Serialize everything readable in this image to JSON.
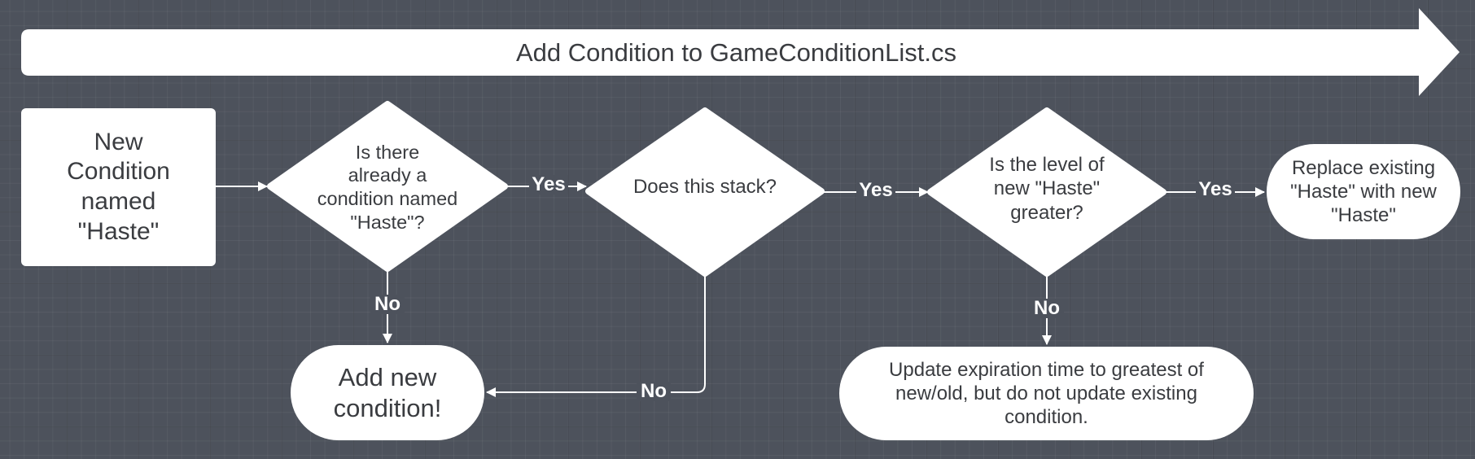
{
  "banner": {
    "title": "Add Condition to GameConditionList.cs"
  },
  "nodes": {
    "start": {
      "lines": [
        "New",
        "Condition",
        "named",
        "\"Haste\""
      ]
    },
    "already_exists": {
      "lines": [
        "Is there",
        "already a",
        "condition named",
        "\"Haste\"?"
      ]
    },
    "does_stack": {
      "lines": [
        "Does this stack?"
      ]
    },
    "level_greater": {
      "lines": [
        "Is the level of",
        "new \"Haste\"",
        "greater?"
      ]
    },
    "replace": {
      "lines": [
        "Replace existing",
        "\"Haste\" with new",
        "\"Haste\""
      ]
    },
    "add_new": {
      "lines": [
        "Add new",
        "condition!"
      ]
    },
    "update_expiration": {
      "lines": [
        "Update expiration time to greatest of",
        "new/old, but do not update existing",
        "condition."
      ]
    }
  },
  "edges": {
    "yes_1": "Yes",
    "yes_2": "Yes",
    "yes_3": "Yes",
    "no_1": "No",
    "no_2": "No",
    "no_3": "No"
  },
  "colors": {
    "background": "#4d525c",
    "shape_fill": "#ffffff",
    "connector": "#ffffff",
    "node_text": "#3a3c40",
    "edge_text": "#ffffff"
  }
}
